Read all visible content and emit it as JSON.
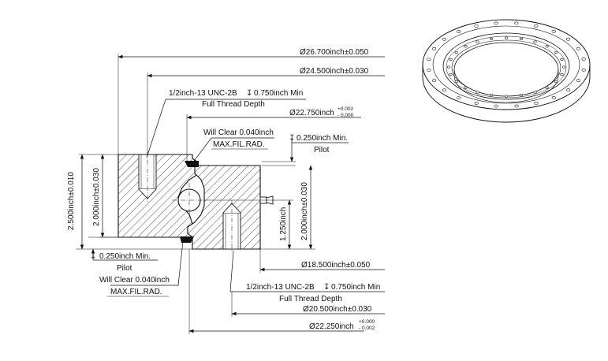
{
  "dimensions": {
    "d_outer": "Ø26.700inch±0.050",
    "d_bolt_outer": "Ø24.500inch±0.030",
    "d_seal_outer_main": "Ø22.750inch",
    "d_seal_outer_tol_up": "+0.002",
    "d_seal_outer_tol_lo": "- 0.000",
    "d_inner": "Ø18.500inch±0.050",
    "d_bolt_inner": "Ø20.500inch±0.030",
    "d_seal_inner_main": "Ø22.250inch",
    "d_seal_inner_tol_up": "+0.000",
    "d_seal_inner_tol_lo": "- 0.002",
    "height_total": "2.500inch±0.010",
    "height_outer_ring": "2.000inch±0.030",
    "height_inner_ring": "2.000inch±0.030",
    "height_inner_step": "1.250inch"
  },
  "notes": {
    "thread_top": "1/2inch-13 UNC-2B",
    "thread_top_depth": "0.750inch Min",
    "thread_top_full": "Full Thread Depth",
    "thread_bottom": "1/2inch-13 UNC-2B",
    "thread_bottom_depth": "0.750inch Min",
    "thread_bottom_full": "Full Thread Depth",
    "clear_top": "Will Clear 0.040inch",
    "fillet_top": "MAX.FIL.RAD.",
    "clear_bottom": "Will Clear 0.040inch",
    "fillet_bottom": "MAX.FIL.RAD.",
    "pilot_top_dim": "0.250inch Min.",
    "pilot_top": "Pilot",
    "pilot_bottom_dim": "0.250inch Min.",
    "pilot_bottom": "Pilot"
  },
  "colors": {
    "line": "#111111",
    "background": "#ffffff"
  }
}
